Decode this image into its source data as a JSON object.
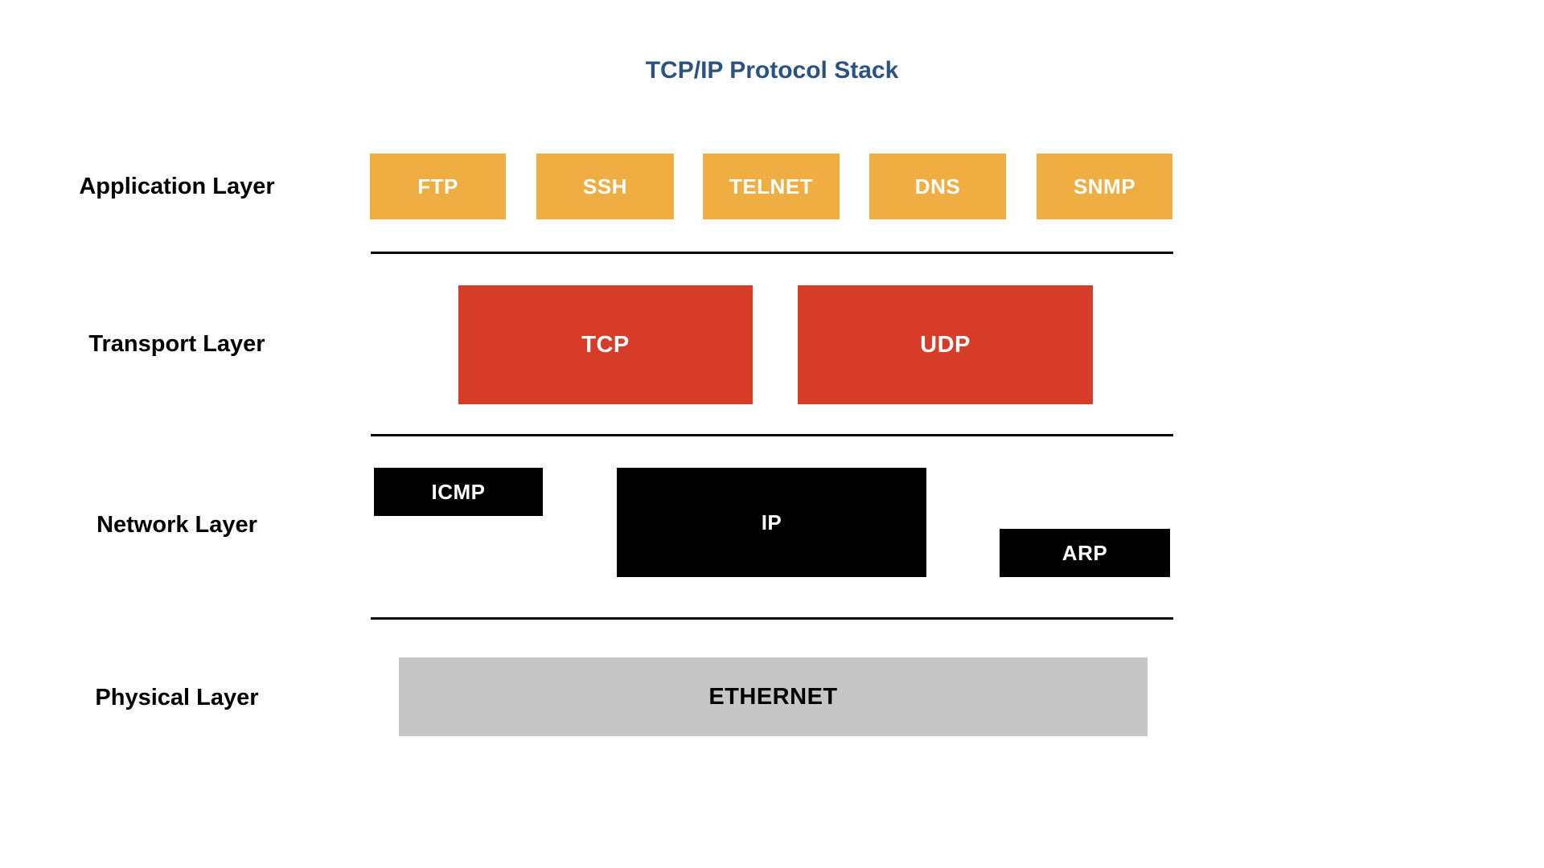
{
  "title": "TCP/IP Protocol Stack",
  "colors": {
    "title_blue": "#2B5381",
    "application_orange": "#F0AE42",
    "transport_red": "#D63C28",
    "network_black": "#000000",
    "physical_gray": "#C6C6C6",
    "box_text_light": "#FFFFFF",
    "box_text_dark": "#000000",
    "divider_black": "#0A0A0A"
  },
  "layers": [
    {
      "label": "Application Layer",
      "protocols": [
        {
          "label": "FTP"
        },
        {
          "label": "SSH"
        },
        {
          "label": "TELNET"
        },
        {
          "label": "DNS"
        },
        {
          "label": "SNMP"
        }
      ]
    },
    {
      "label": "Transport Layer",
      "protocols": [
        {
          "label": "TCP"
        },
        {
          "label": "UDP"
        }
      ]
    },
    {
      "label": "Network Layer",
      "protocols": [
        {
          "label": "ICMP"
        },
        {
          "label": "IP"
        },
        {
          "label": "ARP"
        }
      ]
    },
    {
      "label": "Physical Layer",
      "protocols": [
        {
          "label": "ETHERNET"
        }
      ]
    }
  ]
}
